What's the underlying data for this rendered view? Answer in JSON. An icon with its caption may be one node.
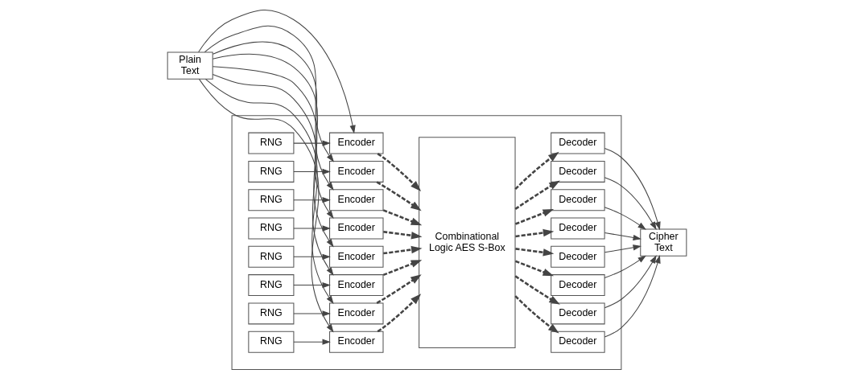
{
  "diagram": {
    "nodes": [
      {
        "text": [
          "Plain Text"
        ]
      },
      {
        "text": [],
        "shape": "box"
      },
      {
        "text": [
          "Encoder"
        ],
        "in": 1
      },
      {
        "text": [
          "Encoder"
        ],
        "in": 1
      },
      {
        "text": [
          "Encoder"
        ],
        "in": 1
      },
      {
        "text": [
          "Encoder"
        ],
        "in": 1
      },
      {
        "text": [
          "Encoder"
        ],
        "in": 1
      },
      {
        "text": [
          "Encoder"
        ],
        "in": 1
      },
      {
        "text": [
          "Encoder"
        ],
        "in": 1
      },
      {
        "text": [
          "Encoder"
        ],
        "in": 1
      },
      {
        "text": [
          "RNG"
        ],
        "in": 1
      },
      {
        "text": [
          "RNG"
        ],
        "in": 1
      },
      {
        "text": [
          "RNG"
        ],
        "in": 1
      },
      {
        "text": [
          "RNG"
        ],
        "in": 1
      },
      {
        "text": [
          "RNG"
        ],
        "in": 1
      },
      {
        "text": [
          "RNG"
        ],
        "in": 1
      },
      {
        "text": [
          "RNG"
        ],
        "in": 1
      },
      {
        "text": [
          "RNG"
        ],
        "in": 1
      },
      {
        "text": [
          "Combinational Logic AES S-Box"
        ],
        "in": 1
      },
      {
        "text": [
          "Decoder"
        ],
        "in": 1
      },
      {
        "text": [
          "Decoder"
        ],
        "in": 1
      },
      {
        "text": [
          "Decoder"
        ],
        "in": 1
      },
      {
        "text": [
          "Decoder"
        ],
        "in": 1
      },
      {
        "text": [
          "Decoder"
        ],
        "in": 1
      },
      {
        "text": [
          "Decoder"
        ],
        "in": 1
      },
      {
        "text": [
          "Decoder"
        ],
        "in": 1
      },
      {
        "text": [
          "Decoder"
        ],
        "in": 1
      },
      {
        "text": [
          "Cipher Text"
        ]
      }
    ],
    "edges": [
      {
        "from": 0,
        "to": 2,
        "arrow": "to"
      },
      {
        "from": 0,
        "to": 3,
        "arrow": "to"
      },
      {
        "from": 0,
        "to": 4,
        "arrow": "to"
      },
      {
        "from": 0,
        "to": 5,
        "arrow": "to"
      },
      {
        "from": 0,
        "to": 6,
        "arrow": "to"
      },
      {
        "from": 0,
        "to": 7,
        "arrow": "to"
      },
      {
        "from": 0,
        "to": 8,
        "arrow": "to"
      },
      {
        "from": 0,
        "to": 9,
        "arrow": "to"
      },
      {
        "from": 10,
        "to": 2,
        "arrow": "to"
      },
      {
        "from": 11,
        "to": 3,
        "arrow": "to"
      },
      {
        "from": 12,
        "to": 4,
        "arrow": "to"
      },
      {
        "from": 13,
        "to": 5,
        "arrow": "to"
      },
      {
        "from": 14,
        "to": 6,
        "arrow": "to"
      },
      {
        "from": 15,
        "to": 7,
        "arrow": "to"
      },
      {
        "from": 16,
        "to": 8,
        "arrow": "to"
      },
      {
        "from": 17,
        "to": 9,
        "arrow": "to"
      },
      {
        "from": 2,
        "to": 18,
        "arrow": "to",
        "style": "dashed"
      },
      {
        "from": 3,
        "to": 18,
        "arrow": "to",
        "style": "dashed"
      },
      {
        "from": 4,
        "to": 18,
        "arrow": "to",
        "style": "dashed"
      },
      {
        "from": 5,
        "to": 18,
        "arrow": "to",
        "style": "dashed"
      },
      {
        "from": 6,
        "to": 18,
        "arrow": "to",
        "style": "dashed"
      },
      {
        "from": 7,
        "to": 18,
        "arrow": "to",
        "style": "dashed"
      },
      {
        "from": 8,
        "to": 18,
        "arrow": "to",
        "style": "dashed"
      },
      {
        "from": 9,
        "to": 18,
        "arrow": "to",
        "style": "dashed"
      },
      {
        "from": 18,
        "to": 19,
        "arrow": "to",
        "style": "dashed"
      },
      {
        "from": 18,
        "to": 20,
        "arrow": "to",
        "style": "dashed"
      },
      {
        "from": 18,
        "to": 21,
        "arrow": "to",
        "style": "dashed"
      },
      {
        "from": 18,
        "to": 22,
        "arrow": "to",
        "style": "dashed"
      },
      {
        "from": 18,
        "to": 23,
        "arrow": "to",
        "style": "dashed"
      },
      {
        "from": 18,
        "to": 24,
        "arrow": "to",
        "style": "dashed"
      },
      {
        "from": 18,
        "to": 25,
        "arrow": "to",
        "style": "dashed"
      },
      {
        "from": 18,
        "to": 26,
        "arrow": "to",
        "style": "dashed"
      },
      {
        "from": 19,
        "to": 27,
        "arrow": "to"
      },
      {
        "from": 20,
        "to": 27,
        "arrow": "to"
      },
      {
        "from": 21,
        "to": 27,
        "arrow": "to"
      },
      {
        "from": 22,
        "to": 27,
        "arrow": "to"
      },
      {
        "from": 23,
        "to": 27,
        "arrow": "to"
      },
      {
        "from": 24,
        "to": 27,
        "arrow": "to"
      },
      {
        "from": 25,
        "to": 27,
        "arrow": "to"
      },
      {
        "from": 26,
        "to": 27,
        "arrow": "to"
      }
    ]
  }
}
